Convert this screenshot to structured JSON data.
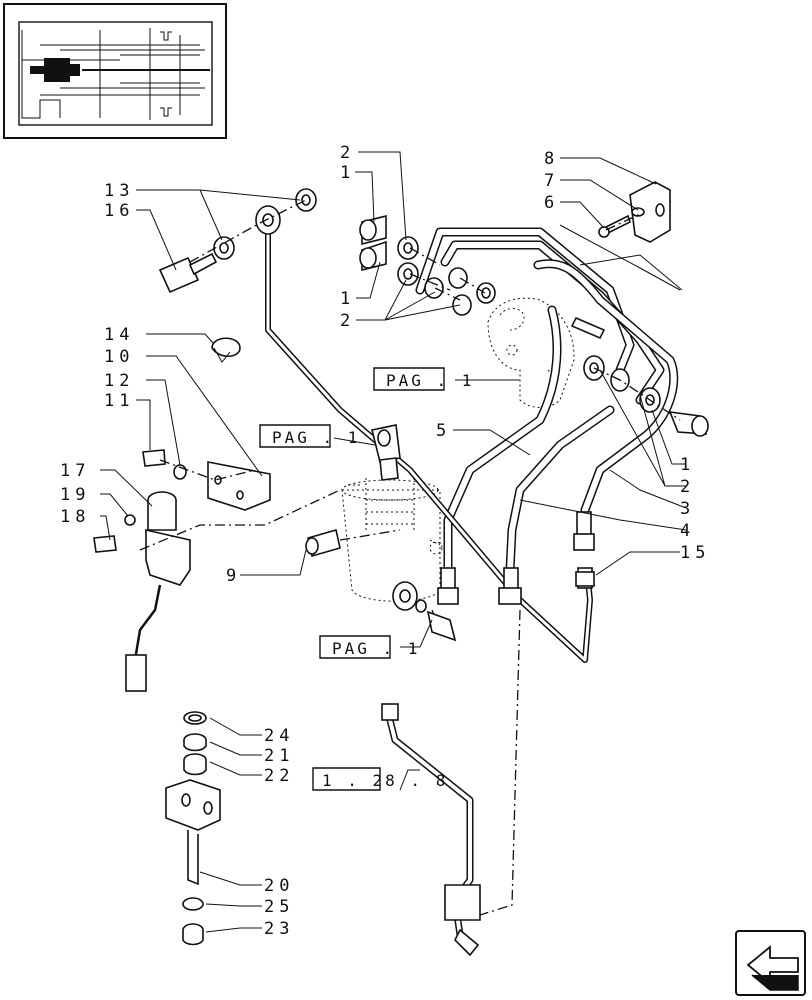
{
  "labels": {
    "l1a": "1",
    "l1b": "1",
    "l1c": "1",
    "l2a": "2",
    "l2b": "2",
    "l2c": "2",
    "l3": "3",
    "l4": "4",
    "l5": "5",
    "l6": "6",
    "l7": "7",
    "l8": "8",
    "l9": "9",
    "l10": "10",
    "l11": "11",
    "l12": "12",
    "l13": "13",
    "l14": "14",
    "l15": "15",
    "l16": "16",
    "l17": "17",
    "l18": "18",
    "l19": "19",
    "l20": "20",
    "l21": "21",
    "l22": "22",
    "l23": "23",
    "l24": "24",
    "l25": "25"
  },
  "refs": {
    "pag1": "PAG . 1",
    "pag2": "PAG . 1",
    "pag3": "PAG . 1",
    "sec": "1 . 28 . 8"
  },
  "icons": {
    "thumbnail": "transmission-thumbnail-icon",
    "nav": "page-back-arrow-icon"
  }
}
